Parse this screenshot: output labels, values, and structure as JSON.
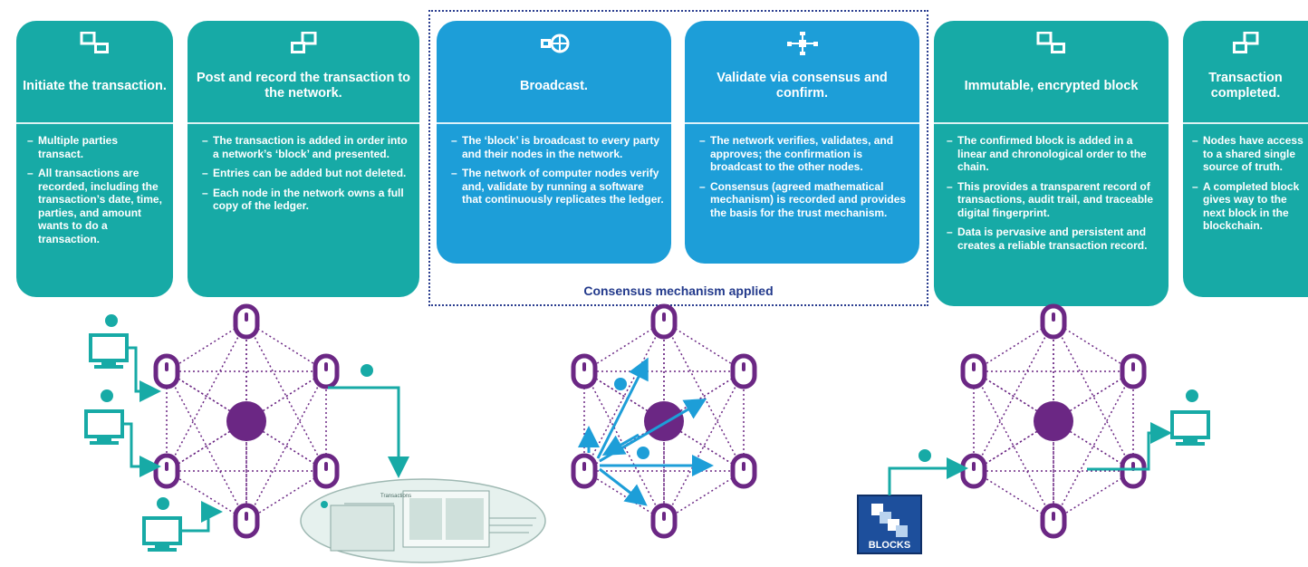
{
  "steps": [
    {
      "title": "Initiate the transaction.",
      "icon": "transaction-icon",
      "color": "teal",
      "bullets": [
        "Multiple parties transact.",
        "All transactions are recorded, including the transaction’s date, time, parties, and amount wants to do a transaction."
      ]
    },
    {
      "title": "Post and record the transaction to the network.",
      "icon": "record-icon",
      "color": "teal",
      "bullets": [
        "The transaction is added in order into a network’s ‘block’ and presented.",
        "Entries can be added but not deleted.",
        "Each node in the network owns a full copy of the ledger."
      ]
    },
    {
      "title": "Broadcast.",
      "icon": "broadcast-icon",
      "color": "blue",
      "bullets": [
        "The ‘block’ is broadcast to every party and their nodes in the network.",
        "The network of computer nodes verify and, validate by running a software that continuously replicates the ledger."
      ]
    },
    {
      "title": "Validate via consensus and confirm.",
      "icon": "consensus-icon",
      "color": "blue",
      "bullets": [
        "The network verifies, validates, and approves; the confirmation is broadcast to the other nodes.",
        "Consensus (agreed mathematical mechanism) is recorded and provides the basis for the trust mechanism."
      ]
    },
    {
      "title": "Immutable, encrypted block",
      "icon": "block-icon",
      "color": "teal",
      "bullets": [
        "The confirmed block is added in a linear and chronological order to the chain.",
        "This provides a transparent record of transactions, audit trail, and traceable digital fingerprint.",
        "Data is pervasive and persistent and creates a reliable transaction record."
      ]
    },
    {
      "title": "Transaction completed.",
      "icon": "completed-icon",
      "color": "teal",
      "bullets": [
        "Nodes have access to a shared single source of truth.",
        "A completed block gives way to the next block in the blockchain."
      ]
    }
  ],
  "consensus_label": "Consensus mechanism applied",
  "ledger_label": "Transactions",
  "blocks_label": "BLOCKS",
  "colors": {
    "teal": "#17aaa6",
    "blue": "#1d9ed8",
    "purple": "#6b2784",
    "arrow_teal": "#17aaa6",
    "arrow_blue": "#1d9ed8",
    "dotted_border": "#2a3d8f"
  }
}
